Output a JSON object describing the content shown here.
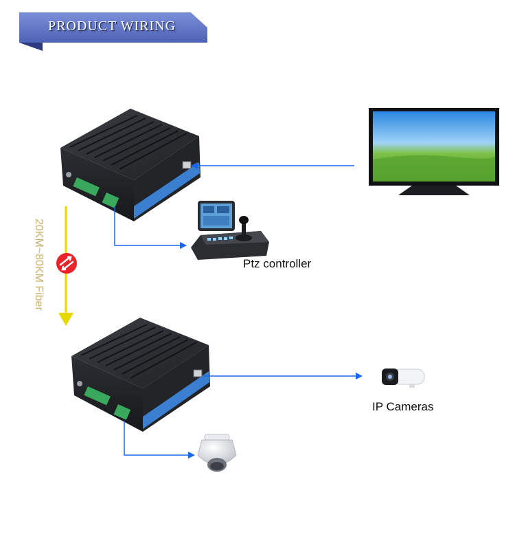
{
  "banner": {
    "title": "PRODUCT WIRING"
  },
  "labels": {
    "ptz_controller": "Ptz controller",
    "ip_cameras": "IP Cameras",
    "fiber": "20KM~80KM Fiber"
  },
  "colors": {
    "banner_blue": "#5d72c4",
    "arrow_blue": "#1a66e8",
    "fiber_yellow": "#e8d800",
    "fiber_badge_red": "#e8242a",
    "device_dark": "#2a2c30",
    "terminal_green": "#3aa85c"
  }
}
